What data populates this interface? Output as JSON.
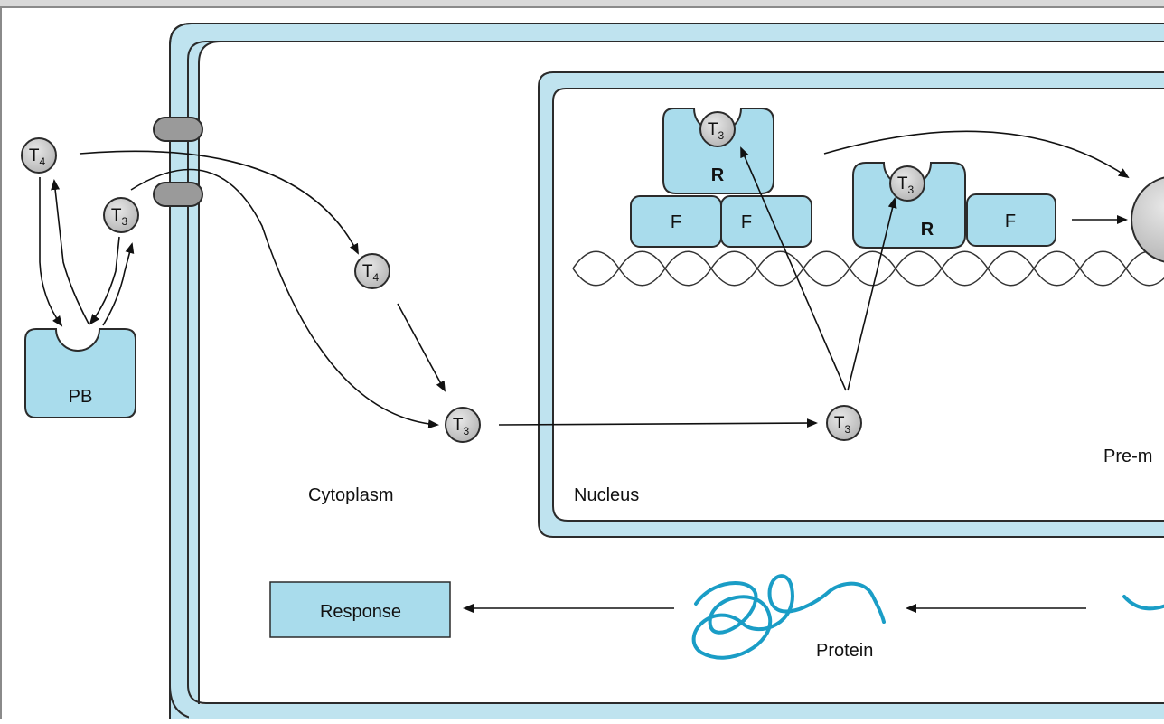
{
  "compartments": {
    "cytoplasm": "Cytoplasm",
    "nucleus": "Nucleus"
  },
  "molecules": {
    "t4": {
      "letter": "T",
      "sub": "4"
    },
    "t3": {
      "letter": "T",
      "sub": "3"
    }
  },
  "binding_protein": "PB",
  "receptor": "R",
  "factor": "F",
  "pre_mrna": "Pre-m",
  "protein": "Protein",
  "response": "Response",
  "colors": {
    "membrane_fill": "#bfe3ef",
    "protein_fill": "#a9dcec",
    "outline": "#2b2b2b",
    "molecule_fill": "#c8c8c8",
    "channel_fill": "#9a9a9a",
    "strand": "#1a9dc6",
    "top_bar": "#d9d9d9"
  }
}
